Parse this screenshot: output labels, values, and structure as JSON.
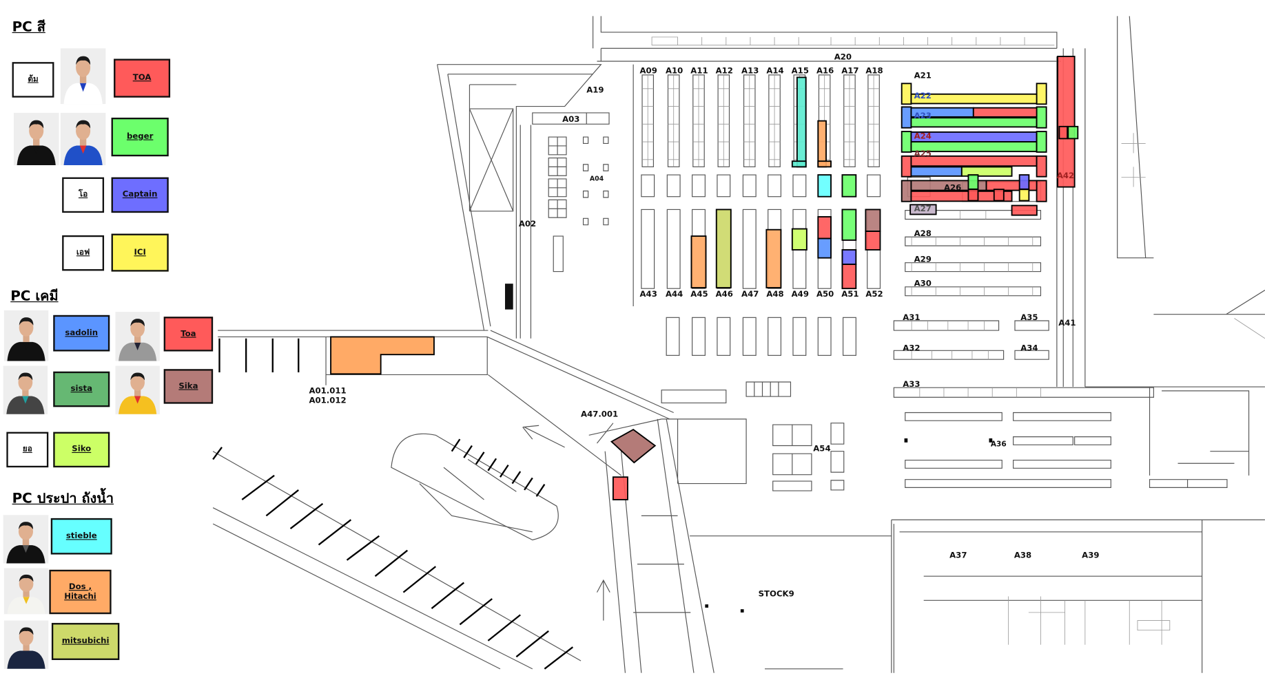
{
  "colors": {
    "red": "#ff5a5a",
    "green": "#6cff6c",
    "blue_captain": "#6e6eff",
    "yellow": "#fff55a",
    "blue_sadolin": "#5b95ff",
    "sista_green": "#66b873",
    "sika_brown": "#b47b78",
    "lime": "#ccff66",
    "cyan": "#66ffff",
    "teal": "#5eebd0",
    "orange": "#ffaa66",
    "olive": "#cdd96a",
    "lilac": "#c8b8cc"
  },
  "legend": {
    "paint": {
      "title": "PC สี",
      "people": [
        "ต้ม",
        "โอ",
        "เอฟ"
      ],
      "brands": [
        "TOA",
        "beger",
        "Captain",
        "ICI"
      ]
    },
    "chem": {
      "title": "PC เคมี",
      "people": [
        "ยอ"
      ],
      "brands": [
        "sadolin",
        "Toa",
        "sista",
        "Sika",
        "Siko"
      ]
    },
    "plumbing": {
      "title": "PC ประปา ถังน้ำ",
      "brands": [
        "stieble",
        "Dos ,\nHitachi",
        "mitsubichi"
      ]
    }
  },
  "map": {
    "zones": {
      "top": [
        "A09",
        "A10",
        "A11",
        "A12",
        "A13",
        "A14",
        "A15",
        "A16",
        "A17",
        "A18"
      ],
      "bottom": [
        "A43",
        "A44",
        "A45",
        "A46",
        "A47",
        "A48",
        "A49",
        "A50",
        "A51",
        "A52"
      ],
      "other": {
        "A20": "A20",
        "A19": "A19",
        "A03": "A03",
        "A04": "A04",
        "A02": "A02",
        "A21": "A21",
        "A22": "A22",
        "A23": "A23",
        "A24": "A24",
        "A25": "A25",
        "A26": "A26",
        "A27": "A27",
        "A28": "A28",
        "A29": "A29",
        "A30": "A30",
        "A31": "A31",
        "A32": "A32",
        "A33": "A33",
        "A34": "A34",
        "A35": "A35",
        "A36": "A36",
        "A41": "A41",
        "A42": "A42",
        "A54": "A54",
        "A47_001": "A47.001",
        "A01_011": "A01.011",
        "A01_012": "A01.012",
        "STOCK9": "STOCK9",
        "A37": "A37",
        "A38": "A38",
        "A39": "A39"
      }
    }
  }
}
